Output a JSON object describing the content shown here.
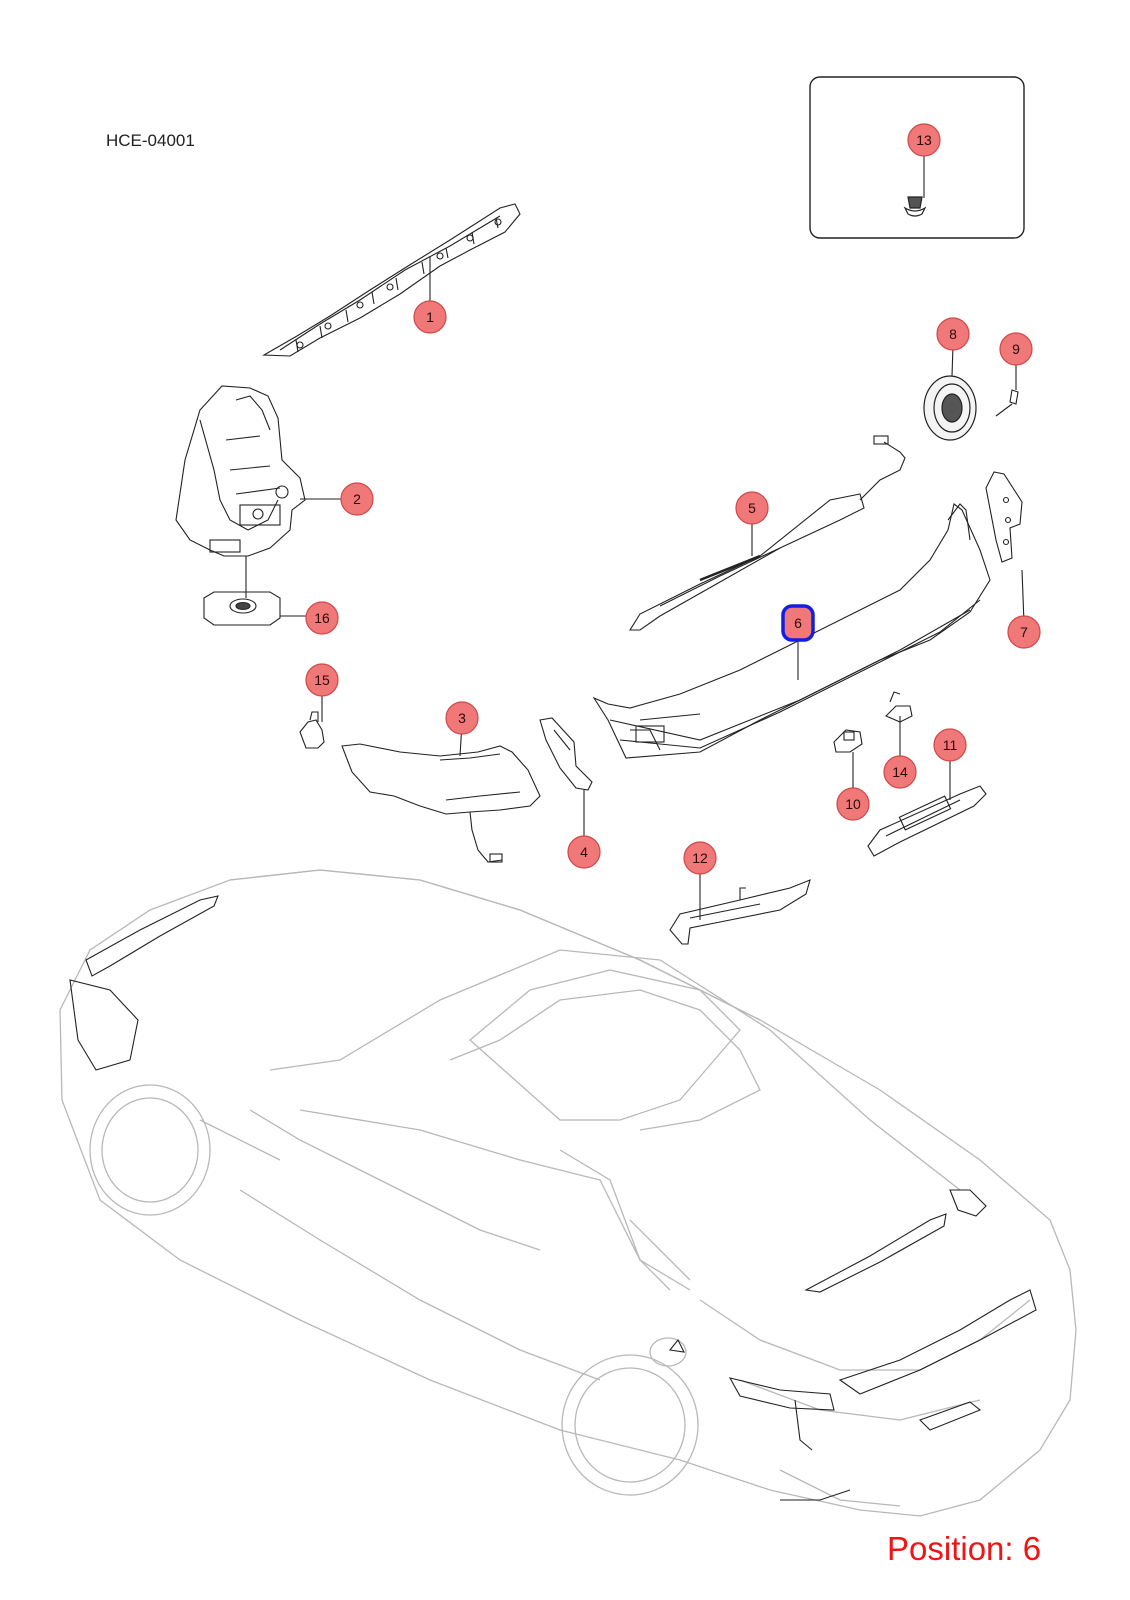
{
  "diagram": {
    "code": "HCE-04001",
    "position_label": "Position: 6",
    "selected_callout": "6"
  },
  "callouts": [
    {
      "id": "1",
      "label": "1"
    },
    {
      "id": "2",
      "label": "2"
    },
    {
      "id": "3",
      "label": "3"
    },
    {
      "id": "4",
      "label": "4"
    },
    {
      "id": "5",
      "label": "5"
    },
    {
      "id": "6",
      "label": "6"
    },
    {
      "id": "7",
      "label": "7"
    },
    {
      "id": "8",
      "label": "8"
    },
    {
      "id": "9",
      "label": "9"
    },
    {
      "id": "10",
      "label": "10"
    },
    {
      "id": "11",
      "label": "11"
    },
    {
      "id": "12",
      "label": "12"
    },
    {
      "id": "13",
      "label": "13"
    },
    {
      "id": "14",
      "label": "14"
    },
    {
      "id": "15",
      "label": "15"
    },
    {
      "id": "16",
      "label": "16"
    }
  ],
  "colors": {
    "callout_fill": "#f07878",
    "callout_stroke": "#d04848",
    "selected_stroke": "#1020e0",
    "position_text": "#f01414",
    "line_art": "#222222",
    "car_outline": "#b8b8b8"
  }
}
